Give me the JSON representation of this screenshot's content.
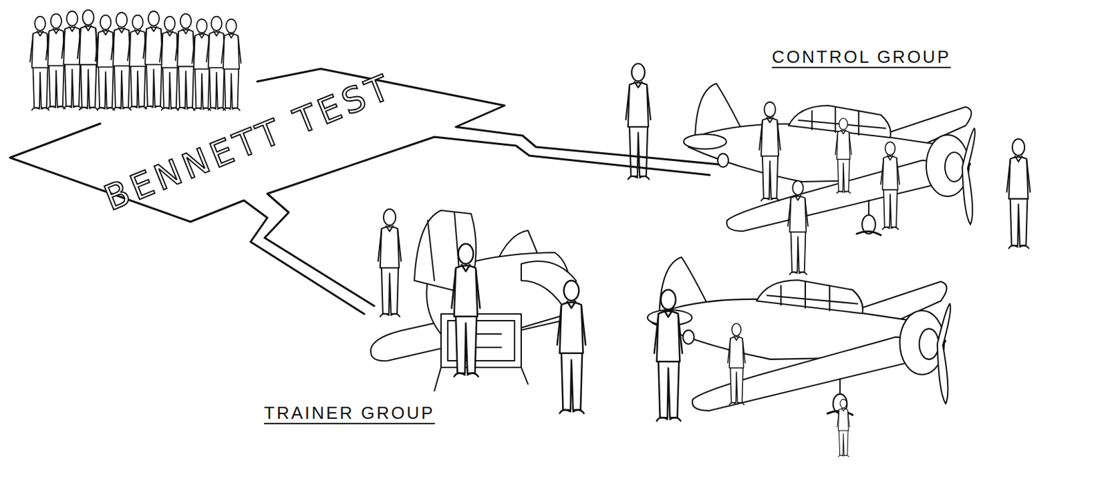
{
  "diagram": {
    "nodes": [
      {
        "text": [
          "BENNETT TEST"
        ]
      }
    ],
    "labels": [
      "CONTROL GROUP",
      "TRAINER GROUP"
    ]
  }
}
